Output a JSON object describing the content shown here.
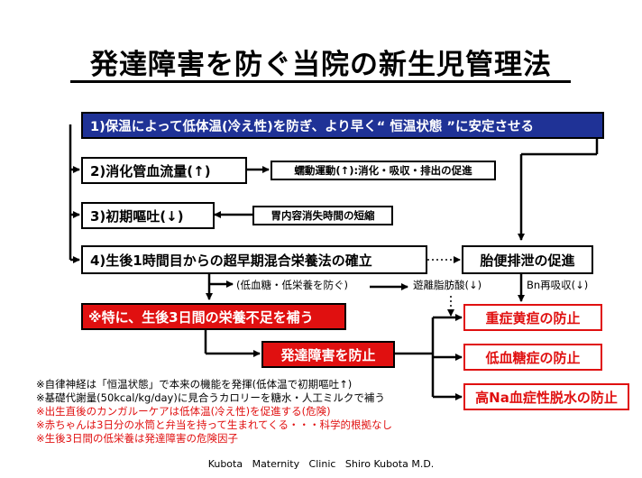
{
  "title": "発達障害を防ぐ当院の新生児管理法",
  "step1": "1)保温によって低体温(冷え性)を防ぎ、より早く“ 恒温状態 ”に安定させる",
  "step2": "2)消化管血流量(↑)",
  "step3": "3)初期嘔吐(↓)",
  "step4": "4)生後1時間目からの超早期混合栄養法の確立",
  "peristalsis": "蠕動運動(↑):消化・吸収・排出の促進",
  "gastric": "胃内容消失時間の短縮",
  "meconium": "胎便排泄の促進",
  "hypo_prevent": "(低血糖・低栄養を防ぐ)",
  "ffa": "遊離脂肪酸(↓)",
  "bn": "Bn再吸収(↓)",
  "special": "※特に、生後3日間の栄養不足を補う",
  "dev_prevent": "発達障害を防止",
  "outcomes": [
    "重症黄疸の防止",
    "低血糖症の防止",
    "高Na血症性脱水の防止"
  ],
  "notes_black": [
    "※自律神経は「恒温状態」で本来の機能を発揮(低体温で初期嘔吐↑)",
    "※基礎代謝量(50kcal/kg/day)に見合うカロリーを糖水・人工ミルクで補う"
  ],
  "notes_red": [
    "※出生直後のカンガルーケアは低体温(冷え性)を促進する(危険)",
    "※赤ちゃんは3日分の水筒と弁当を持って生まれてくる・・・科学的根拠なし",
    "※生後3日間の低栄養は発達障害の危険因子"
  ],
  "footer": "Kubota   Maternity   Clinic   Shiro Kubota M.D.",
  "colors": {
    "navy": "#1f3296",
    "red": "#e01010"
  }
}
